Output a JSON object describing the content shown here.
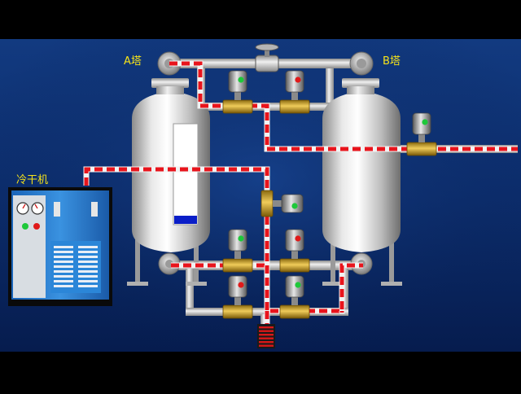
{
  "labels": {
    "tower_a": "A塔",
    "tower_b": "B塔",
    "dryer": "冷干机"
  },
  "colors": {
    "background_top": "#0e2f6e",
    "background_bottom": "#051a4a",
    "label_text": "#f5e21a",
    "flow_dash": "#e8141c",
    "flow_bg": "#f2f2f2",
    "pipe": "#c8c8c8",
    "dryer_body": "#2a7fd0",
    "valve_open": "#1ec83a",
    "valve_closed": "#e01a1a",
    "valve_body": "#c9a030"
  },
  "indicators": {
    "tower_a_level": 0.08
  },
  "dryer_panel": {
    "gauge_count": 2,
    "lights": [
      "green",
      "red"
    ]
  },
  "valves": {
    "v_a_top": "open",
    "v_b_top": "closed",
    "v_b_outlet": "open",
    "v_mid": "open",
    "v_a_bottom": "open",
    "v_b_bottom": "closed",
    "v_a_drain": "closed",
    "v_b_drain": "open"
  }
}
